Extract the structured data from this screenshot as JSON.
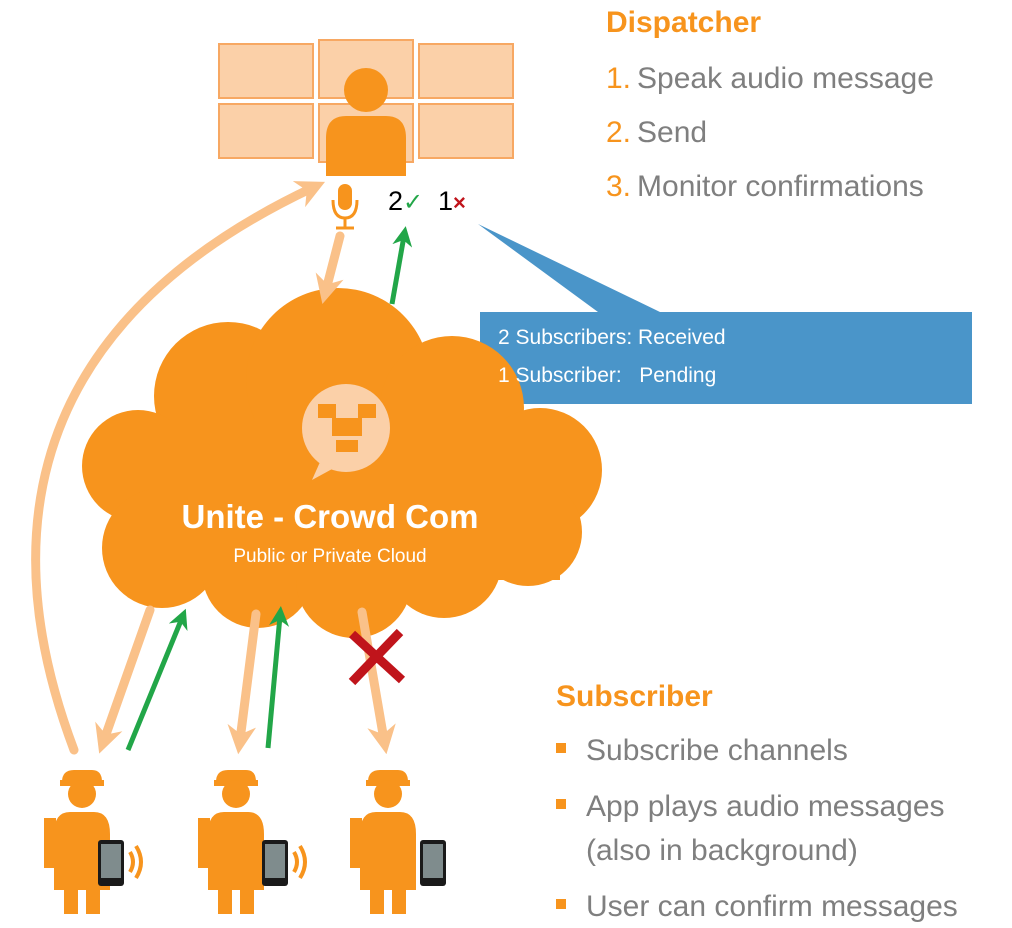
{
  "dispatcher": {
    "heading": "Dispatcher",
    "steps": [
      {
        "num": "1.",
        "text": "Speak audio message"
      },
      {
        "num": "2.",
        "text": "Send"
      },
      {
        "num": "3.",
        "text": "Monitor confirmations"
      }
    ],
    "status": {
      "received_count": "2",
      "check": "✓",
      "pending_count": "1",
      "cross": "×"
    }
  },
  "callout": {
    "line1": "2 Subscribers: Received",
    "line2": "1 Subscriber:   Pending"
  },
  "cloud": {
    "title": "Unite - Crowd Com",
    "subtitle": "Public or Private Cloud"
  },
  "subscriber": {
    "heading": "Subscriber",
    "bullets": [
      "Subscribe channels",
      "App plays audio messages",
      "User can confirm messages"
    ],
    "bullet2_cont": "(also in background)"
  },
  "colors": {
    "orange": "#F7941D",
    "light_orange": "#FAC189",
    "monitor_fill": "#FBD0A8",
    "green": "#22A648",
    "red": "#C0141B",
    "callout_blue": "#4A95C9",
    "gray_text": "#7F7F7F"
  }
}
